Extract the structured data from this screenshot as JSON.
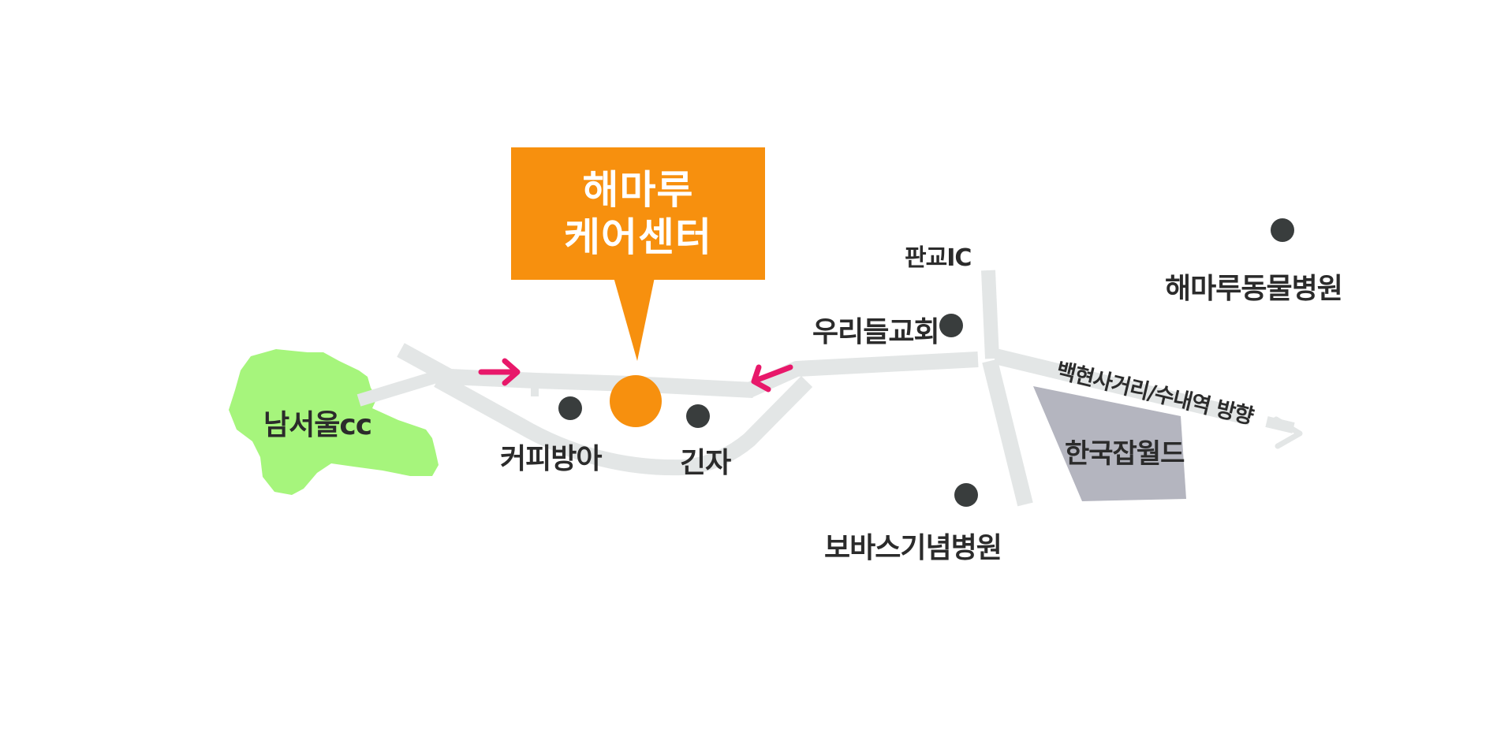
{
  "destination": {
    "title_line1": "해마루",
    "title_line2": "케어센터",
    "marker_color": "#f7900e"
  },
  "landmarks": {
    "namseoul_cc": "남서울cc",
    "coffee_bangah": "커피방아",
    "ginja": "긴자",
    "pangyo_ic": "판교IC",
    "urideul_church": "우리들교회",
    "haemaru_animal_hospital": "해마루동물병원",
    "direction_baekhyeon": "백현사거리/수내역 방향",
    "korea_job_world": "한국잡월드",
    "bobath_hospital": "보바스기념병원"
  },
  "colors": {
    "road": "#e3e6e6",
    "poi_dot": "#393d3d",
    "park": "#a6f57c",
    "building": "#b4b5bf",
    "arrow": "#e8186a",
    "callout": "#f7900e"
  },
  "icons": {
    "poi": "poi-dot-icon",
    "route_arrow": "route-arrow-icon",
    "direction_arrow": "direction-arrow-icon"
  }
}
